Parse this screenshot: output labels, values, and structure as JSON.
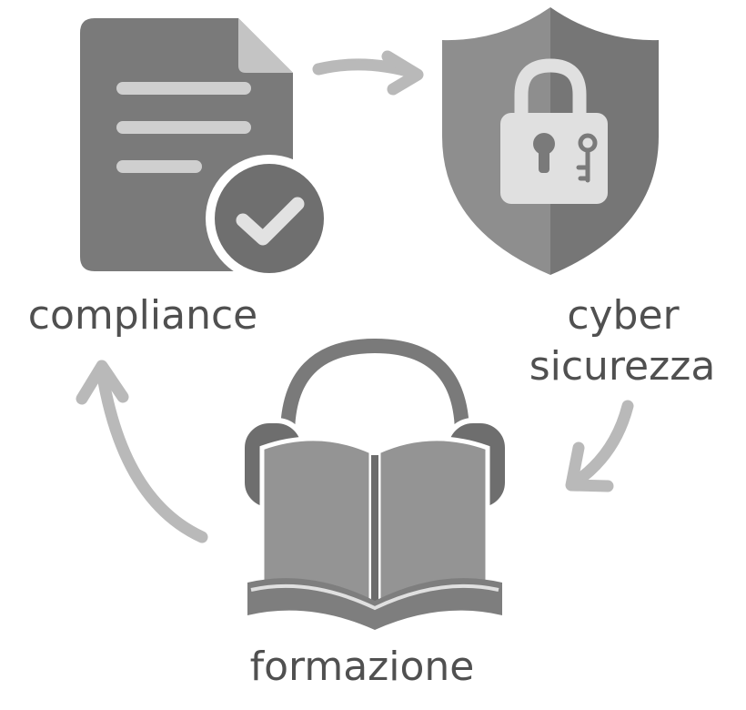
{
  "diagram": {
    "nodes": [
      {
        "id": "compliance",
        "label_lines": [
          "compliance"
        ],
        "icon": "document-check-icon"
      },
      {
        "id": "cyber",
        "label_lines": [
          "cyber",
          "sicurezza"
        ],
        "icon": "shield-lock-icon"
      },
      {
        "id": "formazione",
        "label_lines": [
          "formazione"
        ],
        "icon": "book-headphones-icon"
      }
    ],
    "edges": [
      {
        "from": "compliance",
        "to": "cyber"
      },
      {
        "from": "cyber",
        "to": "formazione"
      },
      {
        "from": "formazione",
        "to": "compliance"
      }
    ],
    "colors": {
      "icon_dark": "#7a7a7a",
      "icon_mid": "#8c8c8c",
      "icon_light": "#e2e2e2",
      "arrow": "#b9b9b9",
      "text": "#505050"
    }
  }
}
